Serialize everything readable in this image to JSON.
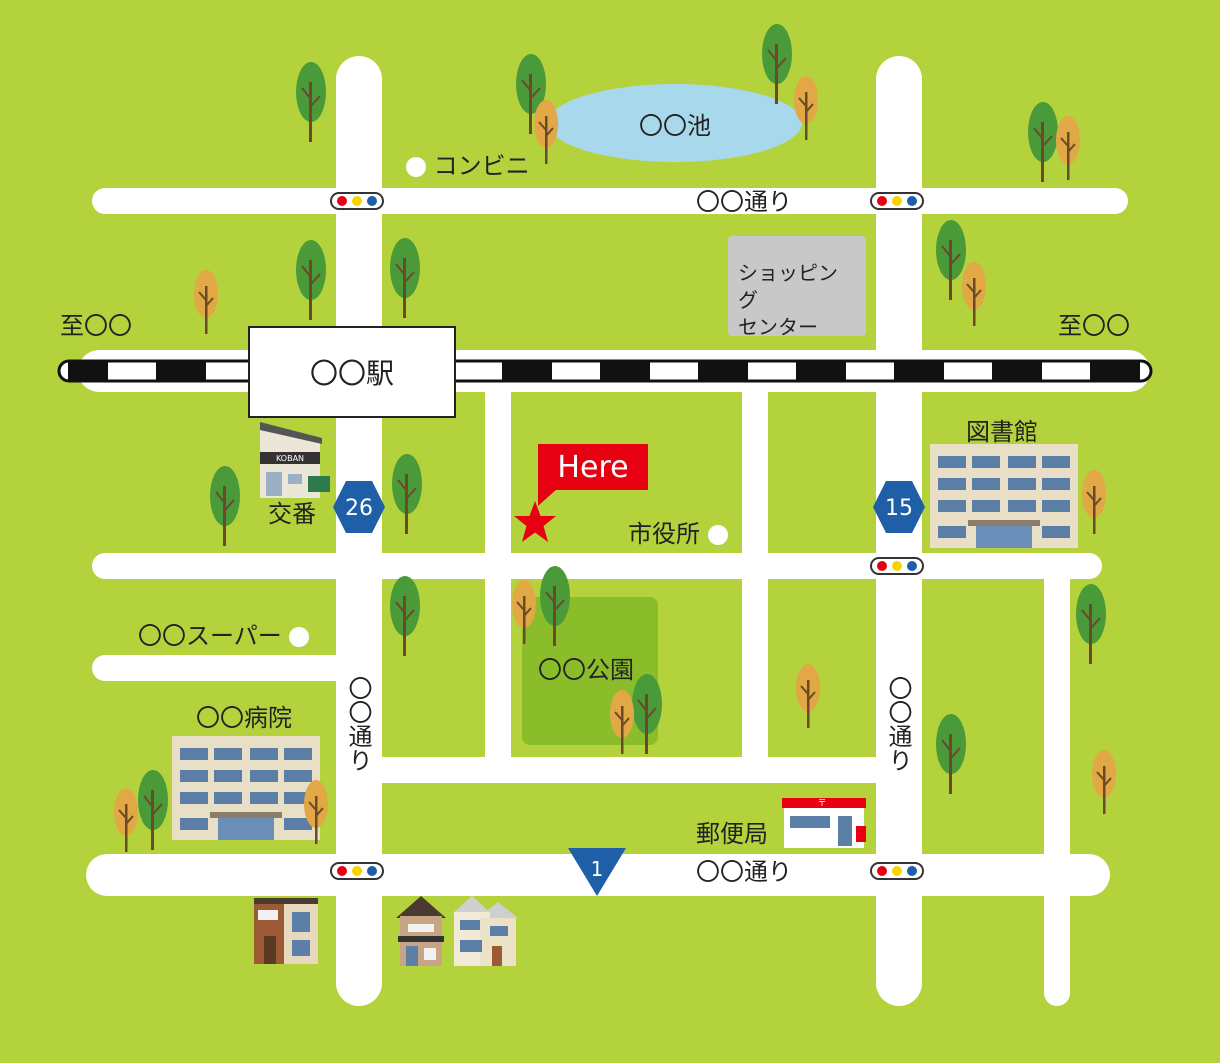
{
  "landmarks": {
    "station": "〇〇駅",
    "pond": "〇〇池",
    "convenience": "コンビニ",
    "shopping_line1": "ショッピング",
    "shopping_line2": "センター",
    "library": "図書館",
    "city_hall": "市役所",
    "koban": "交番",
    "supermarket": "〇〇スーパー",
    "park": "〇〇公園",
    "hospital": "〇〇病院",
    "post_office": "郵便局",
    "koban_sign": "KOBAN"
  },
  "streets": {
    "north": "〇〇通り",
    "south": "〇〇通り",
    "west_vertical": "〇〇通り",
    "east_vertical": "〇〇通り"
  },
  "directions": {
    "west": "至〇〇",
    "east": "至〇〇"
  },
  "route_signs": {
    "west": "26",
    "east": "15",
    "south": "1"
  },
  "marker": {
    "label": "Here"
  },
  "colors": {
    "grass": "#b4d23c",
    "road": "#ffffff",
    "park": "#8bbd2b",
    "pond": "#a8d8ec",
    "marker": "#e60012",
    "route_sign": "#1f5fa8",
    "signal_red": "#e60012",
    "signal_yellow": "#f5d400",
    "signal_blue": "#1f5fa8"
  }
}
